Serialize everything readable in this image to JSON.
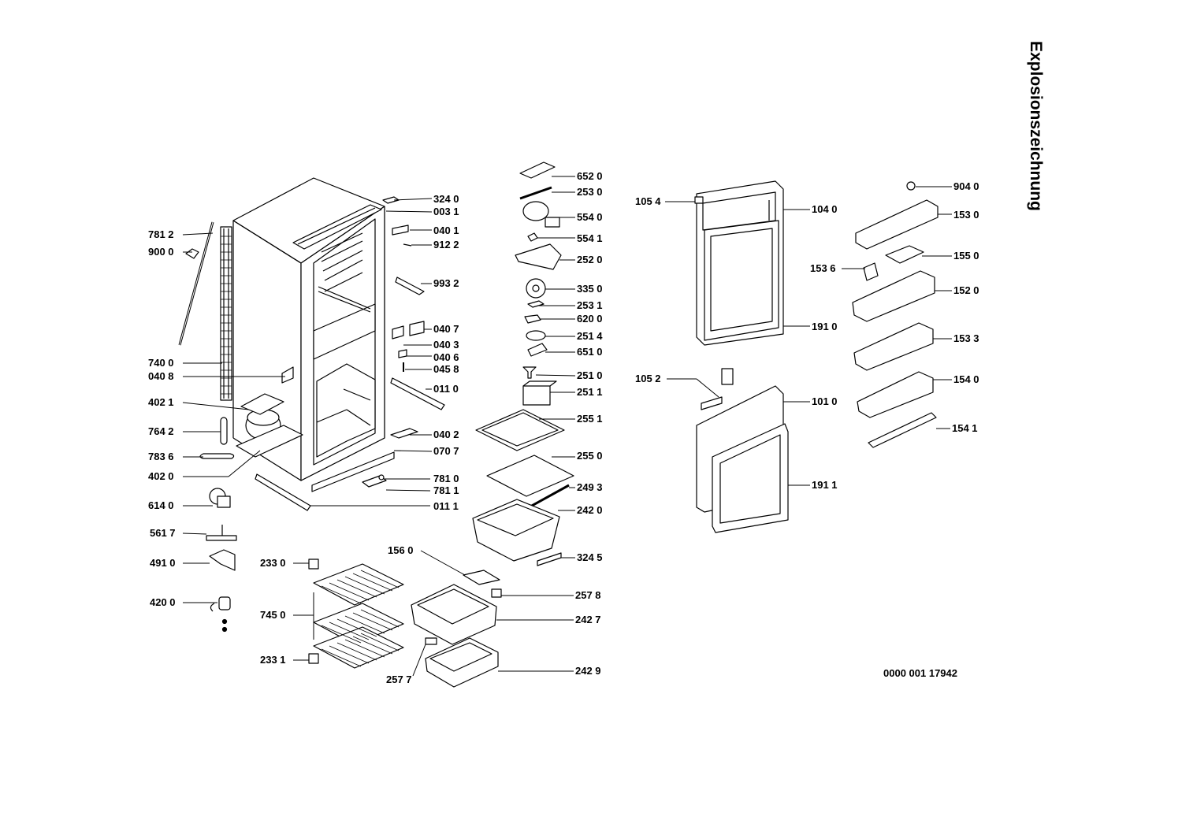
{
  "title": "Explosionszeichnung",
  "document_number": "0000 001 17942",
  "callouts": [
    {
      "id": "3240",
      "text": "324 0"
    },
    {
      "id": "0031",
      "text": "003 1"
    },
    {
      "id": "0401",
      "text": "040 1"
    },
    {
      "id": "9122",
      "text": "912 2"
    },
    {
      "id": "9932",
      "text": "993 2"
    },
    {
      "id": "0407",
      "text": "040 7"
    },
    {
      "id": "0403",
      "text": "040 3"
    },
    {
      "id": "0406",
      "text": "040 6"
    },
    {
      "id": "0458",
      "text": "045 8"
    },
    {
      "id": "0110",
      "text": "011 0"
    },
    {
      "id": "0402",
      "text": "040 2"
    },
    {
      "id": "0707",
      "text": "070 7"
    },
    {
      "id": "7810",
      "text": "781 0"
    },
    {
      "id": "7811",
      "text": "781 1"
    },
    {
      "id": "0111",
      "text": "011 1"
    },
    {
      "id": "7812",
      "text": "781 2"
    },
    {
      "id": "9000",
      "text": "900 0"
    },
    {
      "id": "7400",
      "text": "740 0"
    },
    {
      "id": "0408",
      "text": "040 8"
    },
    {
      "id": "4021",
      "text": "402 1"
    },
    {
      "id": "7642",
      "text": "764 2"
    },
    {
      "id": "7836",
      "text": "783 6"
    },
    {
      "id": "4020",
      "text": "402 0"
    },
    {
      "id": "6140",
      "text": "614 0"
    },
    {
      "id": "5617",
      "text": "561 7"
    },
    {
      "id": "4910",
      "text": "491 0"
    },
    {
      "id": "4200",
      "text": "420 0"
    },
    {
      "id": "2330",
      "text": "233 0"
    },
    {
      "id": "7450",
      "text": "745 0"
    },
    {
      "id": "2331",
      "text": "233 1"
    },
    {
      "id": "6520",
      "text": "652 0"
    },
    {
      "id": "2530",
      "text": "253 0"
    },
    {
      "id": "5540",
      "text": "554 0"
    },
    {
      "id": "5541",
      "text": "554 1"
    },
    {
      "id": "2520",
      "text": "252 0"
    },
    {
      "id": "3350",
      "text": "335 0"
    },
    {
      "id": "2531",
      "text": "253 1"
    },
    {
      "id": "6200",
      "text": "620 0"
    },
    {
      "id": "2514",
      "text": "251 4"
    },
    {
      "id": "6510",
      "text": "651 0"
    },
    {
      "id": "2510",
      "text": "251 0"
    },
    {
      "id": "2511",
      "text": "251 1"
    },
    {
      "id": "2551",
      "text": "255 1"
    },
    {
      "id": "2550",
      "text": "255 0"
    },
    {
      "id": "2493",
      "text": "249 3"
    },
    {
      "id": "2420",
      "text": "242 0"
    },
    {
      "id": "3245",
      "text": "324 5"
    },
    {
      "id": "1560",
      "text": "156 0"
    },
    {
      "id": "2578",
      "text": "257 8"
    },
    {
      "id": "2427",
      "text": "242 7"
    },
    {
      "id": "2429",
      "text": "242 9"
    },
    {
      "id": "2577",
      "text": "257 7"
    },
    {
      "id": "1054",
      "text": "105 4"
    },
    {
      "id": "1040",
      "text": "104 0"
    },
    {
      "id": "1910",
      "text": "191 0"
    },
    {
      "id": "1052",
      "text": "105 2"
    },
    {
      "id": "1010",
      "text": "101 0"
    },
    {
      "id": "1911",
      "text": "191 1"
    },
    {
      "id": "9040",
      "text": "904 0"
    },
    {
      "id": "1530",
      "text": "153 0"
    },
    {
      "id": "1550",
      "text": "155 0"
    },
    {
      "id": "1536",
      "text": "153 6"
    },
    {
      "id": "1520",
      "text": "152 0"
    },
    {
      "id": "1533",
      "text": "153 3"
    },
    {
      "id": "1540",
      "text": "154 0"
    },
    {
      "id": "1541",
      "text": "154 1"
    }
  ]
}
